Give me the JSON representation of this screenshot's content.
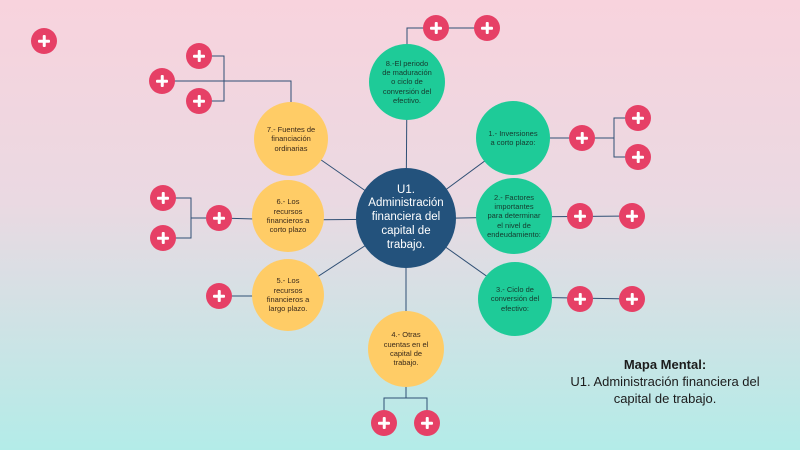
{
  "central_topic": "U1. Administración financiera del capital de trabajo.",
  "branches": [
    {
      "label": "1.- Inversiones a corto plazo:",
      "color": "#1ecb98"
    },
    {
      "label": "2.- Factores importantes para determinar el nivel de endeudamiento:",
      "color": "#1ecb98"
    },
    {
      "label": "3.- Ciclo de conversión del efectivo:",
      "color": "#1ecb98"
    },
    {
      "label": "4.- Otras cuentas en el capital de trabajo.",
      "color": "#ffcc66"
    },
    {
      "label": "5.- Los recursos financieros a largo plazo.",
      "color": "#ffcc66"
    },
    {
      "label": "6.- Los recursos financieros a corto plazo",
      "color": "#ffcc66"
    },
    {
      "label": "7.- Fuentes de financiación ordinarias",
      "color": "#ffcc66"
    },
    {
      "label": "8.-El periodo de maduración o ciclo de conversión del efectivo.",
      "color": "#1ecb98"
    }
  ],
  "add_button_icon": "plus-icon",
  "add_button_color": "#e64066",
  "center_color": "#23527c",
  "caption": {
    "title": "Mapa Mental:",
    "subtitle": "U1. Administración financiera del capital de trabajo."
  }
}
